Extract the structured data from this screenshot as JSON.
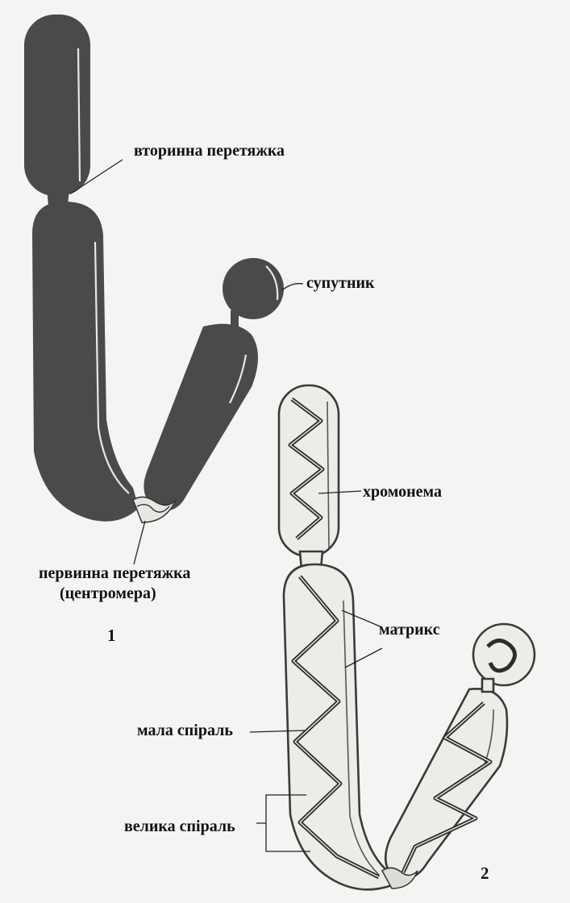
{
  "labels": {
    "secondary_constriction": "вторинна перетяжка",
    "satellite": "супутник",
    "primary_constriction": "первинна перетяжка",
    "centromere": "(центромера)",
    "figure1": "1",
    "chromonema": "хромонема",
    "matrix": "матрикс",
    "small_spiral": "мала спіраль",
    "large_spiral": "велика спіраль",
    "figure2": "2"
  },
  "colors": {
    "background": "#f4f4f2",
    "chromosome_dark": "#4a4a4a",
    "outline": "#3a3a3a",
    "text": "#111111"
  }
}
